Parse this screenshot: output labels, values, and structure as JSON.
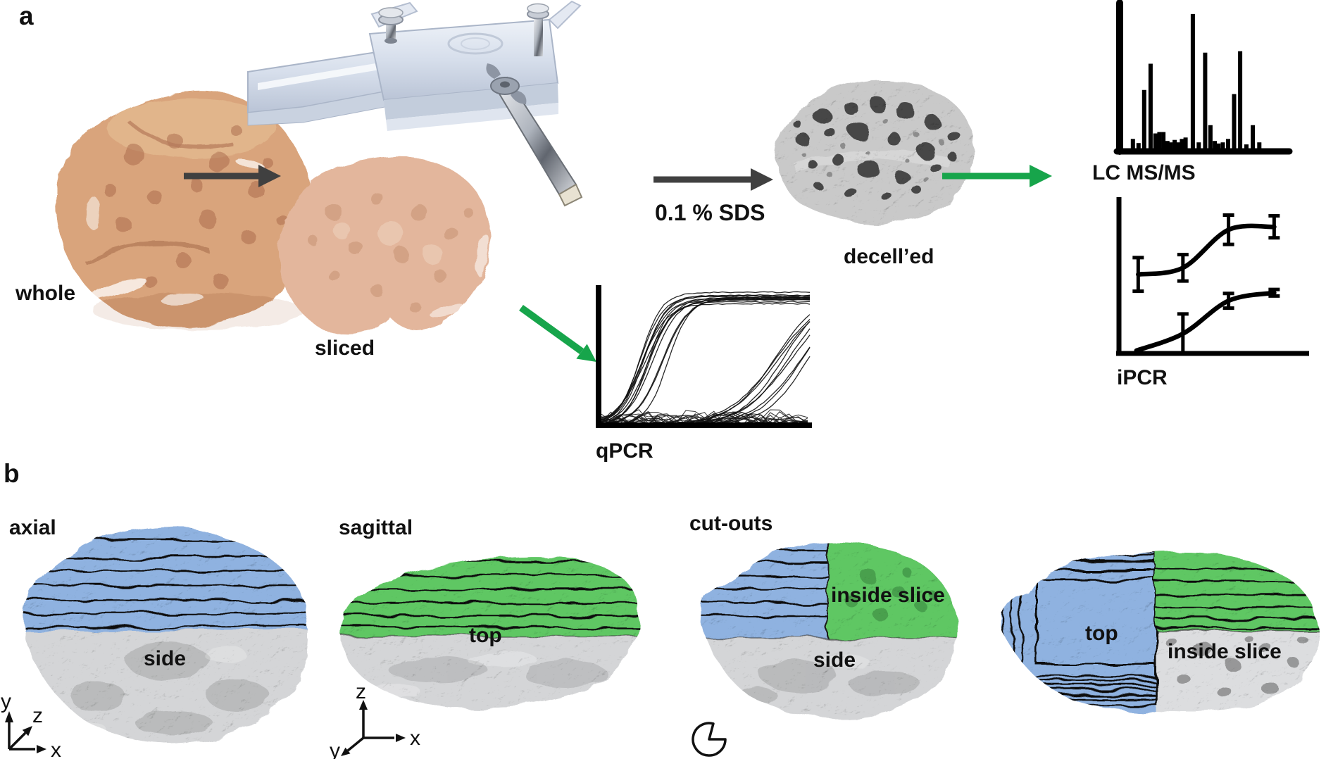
{
  "figure": {
    "panel_a_label": "a",
    "panel_b_label": "b"
  },
  "panel_a": {
    "whole_label": "whole",
    "sliced_label": "sliced",
    "sds_label": "0.1 % SDS",
    "decelled_label": "decell’ed",
    "lcmsms_label": "LC MS/MS",
    "ipcr_label": "iPCR",
    "qpcr_label": "qPCR"
  },
  "panel_b": {
    "axial_label": "axial",
    "sagittal_label": "sagittal",
    "cutouts_label": "cut-outs",
    "axial_side_label": "side",
    "sagittal_top_label": "top",
    "cutouts_inside_label": "inside slice",
    "cutouts_side_label": "side",
    "stack_top_label": "top",
    "stack_inside_label": "inside slice",
    "axes_axial": {
      "up": "y",
      "diagonal": "z",
      "right": "x"
    },
    "axes_sagittal": {
      "up": "z",
      "diagonal": "y",
      "right": "x"
    }
  },
  "colors": {
    "arrow_dark": "#404040",
    "arrow_green": "#17a54b",
    "overlay_blue": "#8fb2e0",
    "overlay_green": "#5fc764",
    "ink": "#111111",
    "slice_line": "#101010"
  },
  "chart_data": [
    {
      "id": "lcms",
      "type": "bar",
      "title": "LC MS/MS",
      "xlabel": "",
      "ylabel": "",
      "bars": [
        [
          0.065,
          0.075
        ],
        [
          0.1,
          0.045
        ],
        [
          0.135,
          0.43
        ],
        [
          0.175,
          0.62
        ],
        [
          0.205,
          0.115
        ],
        [
          0.23,
          0.125
        ],
        [
          0.255,
          0.125
        ],
        [
          0.28,
          0.06
        ],
        [
          0.3,
          0.05
        ],
        [
          0.325,
          0.068
        ],
        [
          0.348,
          0.05
        ],
        [
          0.37,
          0.075
        ],
        [
          0.393,
          0.085
        ],
        [
          0.438,
          0.98
        ],
        [
          0.475,
          0.05
        ],
        [
          0.515,
          0.7
        ],
        [
          0.548,
          0.175
        ],
        [
          0.575,
          0.06
        ],
        [
          0.598,
          0.042
        ],
        [
          0.625,
          0.05
        ],
        [
          0.658,
          0.075
        ],
        [
          0.695,
          0.4
        ],
        [
          0.733,
          0.71
        ],
        [
          0.772,
          0.035
        ],
        [
          0.812,
          0.175
        ],
        [
          0.852,
          0.05
        ]
      ]
    },
    {
      "id": "ipcr",
      "type": "line",
      "title": "iPCR",
      "xlabel": "",
      "ylabel": "",
      "series": [
        {
          "name": "upper curve",
          "x": [
            0.08,
            0.33,
            0.585,
            0.84
          ],
          "y": [
            0.53,
            0.575,
            0.835,
            0.855
          ],
          "yerr": [
            0.115,
            0.09,
            0.1,
            0.075
          ]
        },
        {
          "name": "lower curve",
          "x": [
            0.07,
            0.33,
            0.585,
            0.84
          ],
          "y": [
            0.01,
            0.125,
            0.35,
            0.405
          ],
          "yerr": [
            0.012,
            0.135,
            0.05,
            0.022
          ]
        }
      ]
    },
    {
      "id": "qpcr",
      "type": "line",
      "title": "qPCR",
      "xlabel": "",
      "ylabel": "",
      "description": "amplification curves: early cluster, late cluster, baseline noise",
      "clusters": [
        {
          "count": 14,
          "mid_range": [
            0.18,
            0.32
          ],
          "slope_range": [
            14,
            20
          ],
          "plateau_range": [
            0.9,
            1.0
          ]
        },
        {
          "count": 9,
          "mid_range": [
            0.82,
            1.0
          ],
          "slope_range": [
            8,
            10
          ],
          "plateau_range": [
            1.0,
            1.0
          ]
        }
      ],
      "noise_line_count": 15,
      "noise_amp_range": [
        0.03,
        0.13
      ]
    }
  ]
}
